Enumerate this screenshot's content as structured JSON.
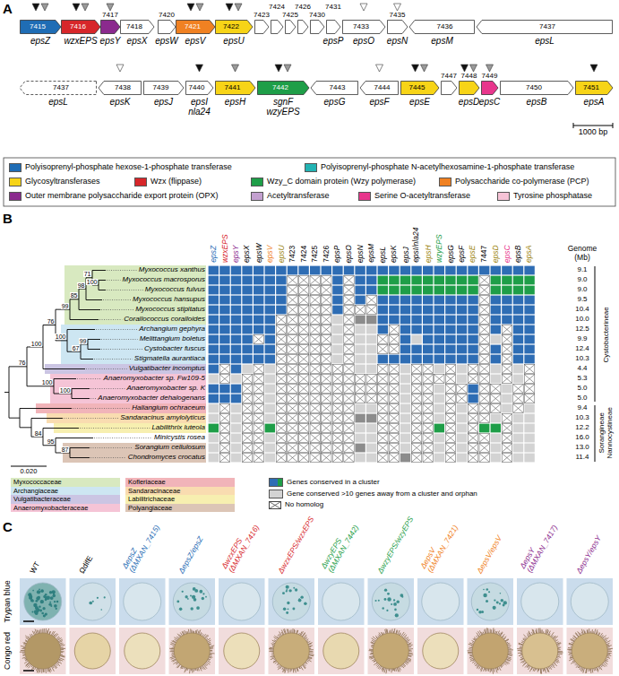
{
  "diagram": {
    "nodes": [
      {
        "text": [
          "7415",
          "epsZ"
        ]
      },
      {
        "text": [
          "7416",
          "wzxEPS"
        ]
      },
      {
        "text": [
          "7417",
          "epsY"
        ]
      },
      {
        "text": [
          "7418",
          "epsX"
        ]
      },
      {
        "text": [
          "7420",
          "epsW"
        ]
      },
      {
        "text": [
          "7421",
          "epsV"
        ]
      },
      {
        "text": [
          "7422",
          "epsU"
        ]
      },
      {
        "text": [
          "7423"
        ]
      },
      {
        "text": [
          "7424"
        ]
      },
      {
        "text": [
          "7425"
        ]
      },
      {
        "text": [
          "7426"
        ]
      },
      {
        "text": [
          "7430"
        ]
      },
      {
        "text": [
          "7431",
          "epsP"
        ]
      },
      {
        "text": [
          "7433",
          "epsO"
        ]
      },
      {
        "text": [
          "7435",
          "epsN"
        ]
      },
      {
        "text": [
          "7436",
          "epsM"
        ]
      },
      {
        "text": [
          "7437",
          "epsL"
        ]
      },
      {
        "text": [
          "7437",
          "epsL"
        ]
      },
      {
        "text": [
          "7438",
          "epsK"
        ]
      },
      {
        "text": [
          "7439",
          "epsJ"
        ]
      },
      {
        "text": [
          "7440",
          "epsI nla24"
        ]
      },
      {
        "text": [
          "7441",
          "epsH"
        ]
      },
      {
        "text": [
          "7442",
          "sgnF wzyEPS"
        ]
      },
      {
        "text": [
          "7443",
          "epsG"
        ]
      },
      {
        "text": [
          "7444",
          "epsF"
        ]
      },
      {
        "text": [
          "7445",
          "epsE"
        ]
      },
      {
        "text": [
          "7447"
        ]
      },
      {
        "text": [
          "7448",
          "epsD"
        ]
      },
      {
        "text": [
          "7449",
          "epsC"
        ]
      },
      {
        "text": [
          "7450",
          "epsB"
        ]
      },
      {
        "text": [
          "7451",
          "epsA"
        ]
      }
    ],
    "labels": [
      "A",
      "1000 bp",
      "B",
      "epsZ",
      "wzxEPS",
      "epsY",
      "epsX",
      "epsW",
      "epsV",
      "epsU",
      "7423",
      "7424",
      "7425",
      "7426",
      "epsP",
      "epsO",
      "epsN",
      "epsM",
      "epsL",
      "epsK",
      "epsJ",
      "epsI/nla24",
      "epsH",
      "wzyEPS",
      "epsG",
      "epsF",
      "epsE",
      "7447",
      "epsD",
      "epsC",
      "epsB",
      "epsA",
      "Genome (Mb)",
      "Myxococcus xanthus",
      "Myxococcus macrosporus",
      "Myxococcus fulvus",
      "Myxococcus hansupus",
      "Myxococcus stipitatus",
      "Corallococcus coralloides",
      "Archangium gephyra",
      "Melittangium boletus",
      "Cystobacter fuscus",
      "Stigmatella aurantiaca",
      "Vulgatibacter incomptus",
      "Anaeromyxobacter sp. Fw109-5",
      "Anaeromyxobacter sp. K",
      "Anaeromyxobacter dehalogenans",
      "Haliangium ochraceum",
      "Sandaracinus amylolyticus",
      "Labilithrix luteola",
      "Minicystis rosea",
      "Sorangium cellulosum",
      "Chondromyces crocatus",
      "9.1",
      "9.0",
      "9.0",
      "9.5",
      "10.4",
      "10.0",
      "12.5",
      "9.9",
      "12.4",
      "10.3",
      "4.4",
      "5.3",
      "5.0",
      "5.0",
      "9.4",
      "10.3",
      "12.2",
      "16.0",
      "13.0",
      "11.4",
      "71",
      "100",
      "98",
      "85",
      "99",
      "76",
      "100",
      "67",
      "99",
      "100",
      "76",
      "100",
      "100",
      "84",
      "95",
      "87",
      "0.020",
      "Cystobacterineae",
      "Sorangineae Nannocystineae",
      "C",
      "WT",
      "ΩdifE",
      "ΔepsZ (ΔMXAN_7415)",
      "ΔepsZ/epsZ",
      "ΔwzxEPS (ΔMXAN_7416)",
      "ΔwzxEPS/wzxEPS",
      "ΔwzyEPS (ΔMXAN_7442)",
      "ΔwzyEPS/wzyEPS",
      "ΔepsV (ΔMXAN_7421)",
      "ΔepsV/epsV",
      "ΔepsY (ΔMXAN_7417)",
      "ΔepsY/epsY",
      "Trypan blue",
      "Congo red"
    ],
    "legend": [
      {
        "text": "Polyisoprenyl-phosphate hexose-1-phosphate transferase",
        "color": "#1f6db5"
      },
      {
        "text": "Polyisoprenyl-phosphate N-acetylhexosamine-1-phosphate transferase",
        "color": "#22b3b3"
      },
      {
        "text": "Glycosyltransferases",
        "color": "#f7d417"
      },
      {
        "text": "Wzx (flippase)",
        "color": "#d7262a"
      },
      {
        "text": "Wzy_C domain protein (Wzy polymerase)",
        "color": "#1e9e48"
      },
      {
        "text": "Polysaccharide co-polymerase (PCP)",
        "color": "#f08122"
      },
      {
        "text": "Outer membrane polysaccharide export protein (OPX)",
        "color": "#8b2a8e"
      },
      {
        "text": "Acetyltransferase",
        "color": "#c3a0cf"
      },
      {
        "text": "Serine O-acetyltransferase",
        "color": "#e8368c"
      },
      {
        "text": "Tyrosine phosphatase",
        "color": "#f6c3d6"
      },
      {
        "text": "Myxococcaceae",
        "color": "#d8e9c0"
      },
      {
        "text": "Archangiaceae",
        "color": "#cde6f2"
      },
      {
        "text": "Vulgatibacteraceae",
        "color": "#cbc5e3"
      },
      {
        "text": "Anaeromyxobacteraceae",
        "color": "#f5c4d6"
      },
      {
        "text": "Kofleriaceae",
        "color": "#f1b4b9"
      },
      {
        "text": "Sandaracinaceae",
        "color": "#f9dcb0"
      },
      {
        "text": "Labilitrichaceae",
        "color": "#f7efb0"
      },
      {
        "text": "Polyangiaceae",
        "color": "#dcc5b6"
      },
      {
        "text": "Genes conserved in a cluster",
        "color": "#2e6db4"
      },
      {
        "text": "Gene conserved >10 genes away from a cluster and orphan",
        "color": "#d3d3d3"
      },
      {
        "text": "No homolog"
      }
    ]
  }
}
